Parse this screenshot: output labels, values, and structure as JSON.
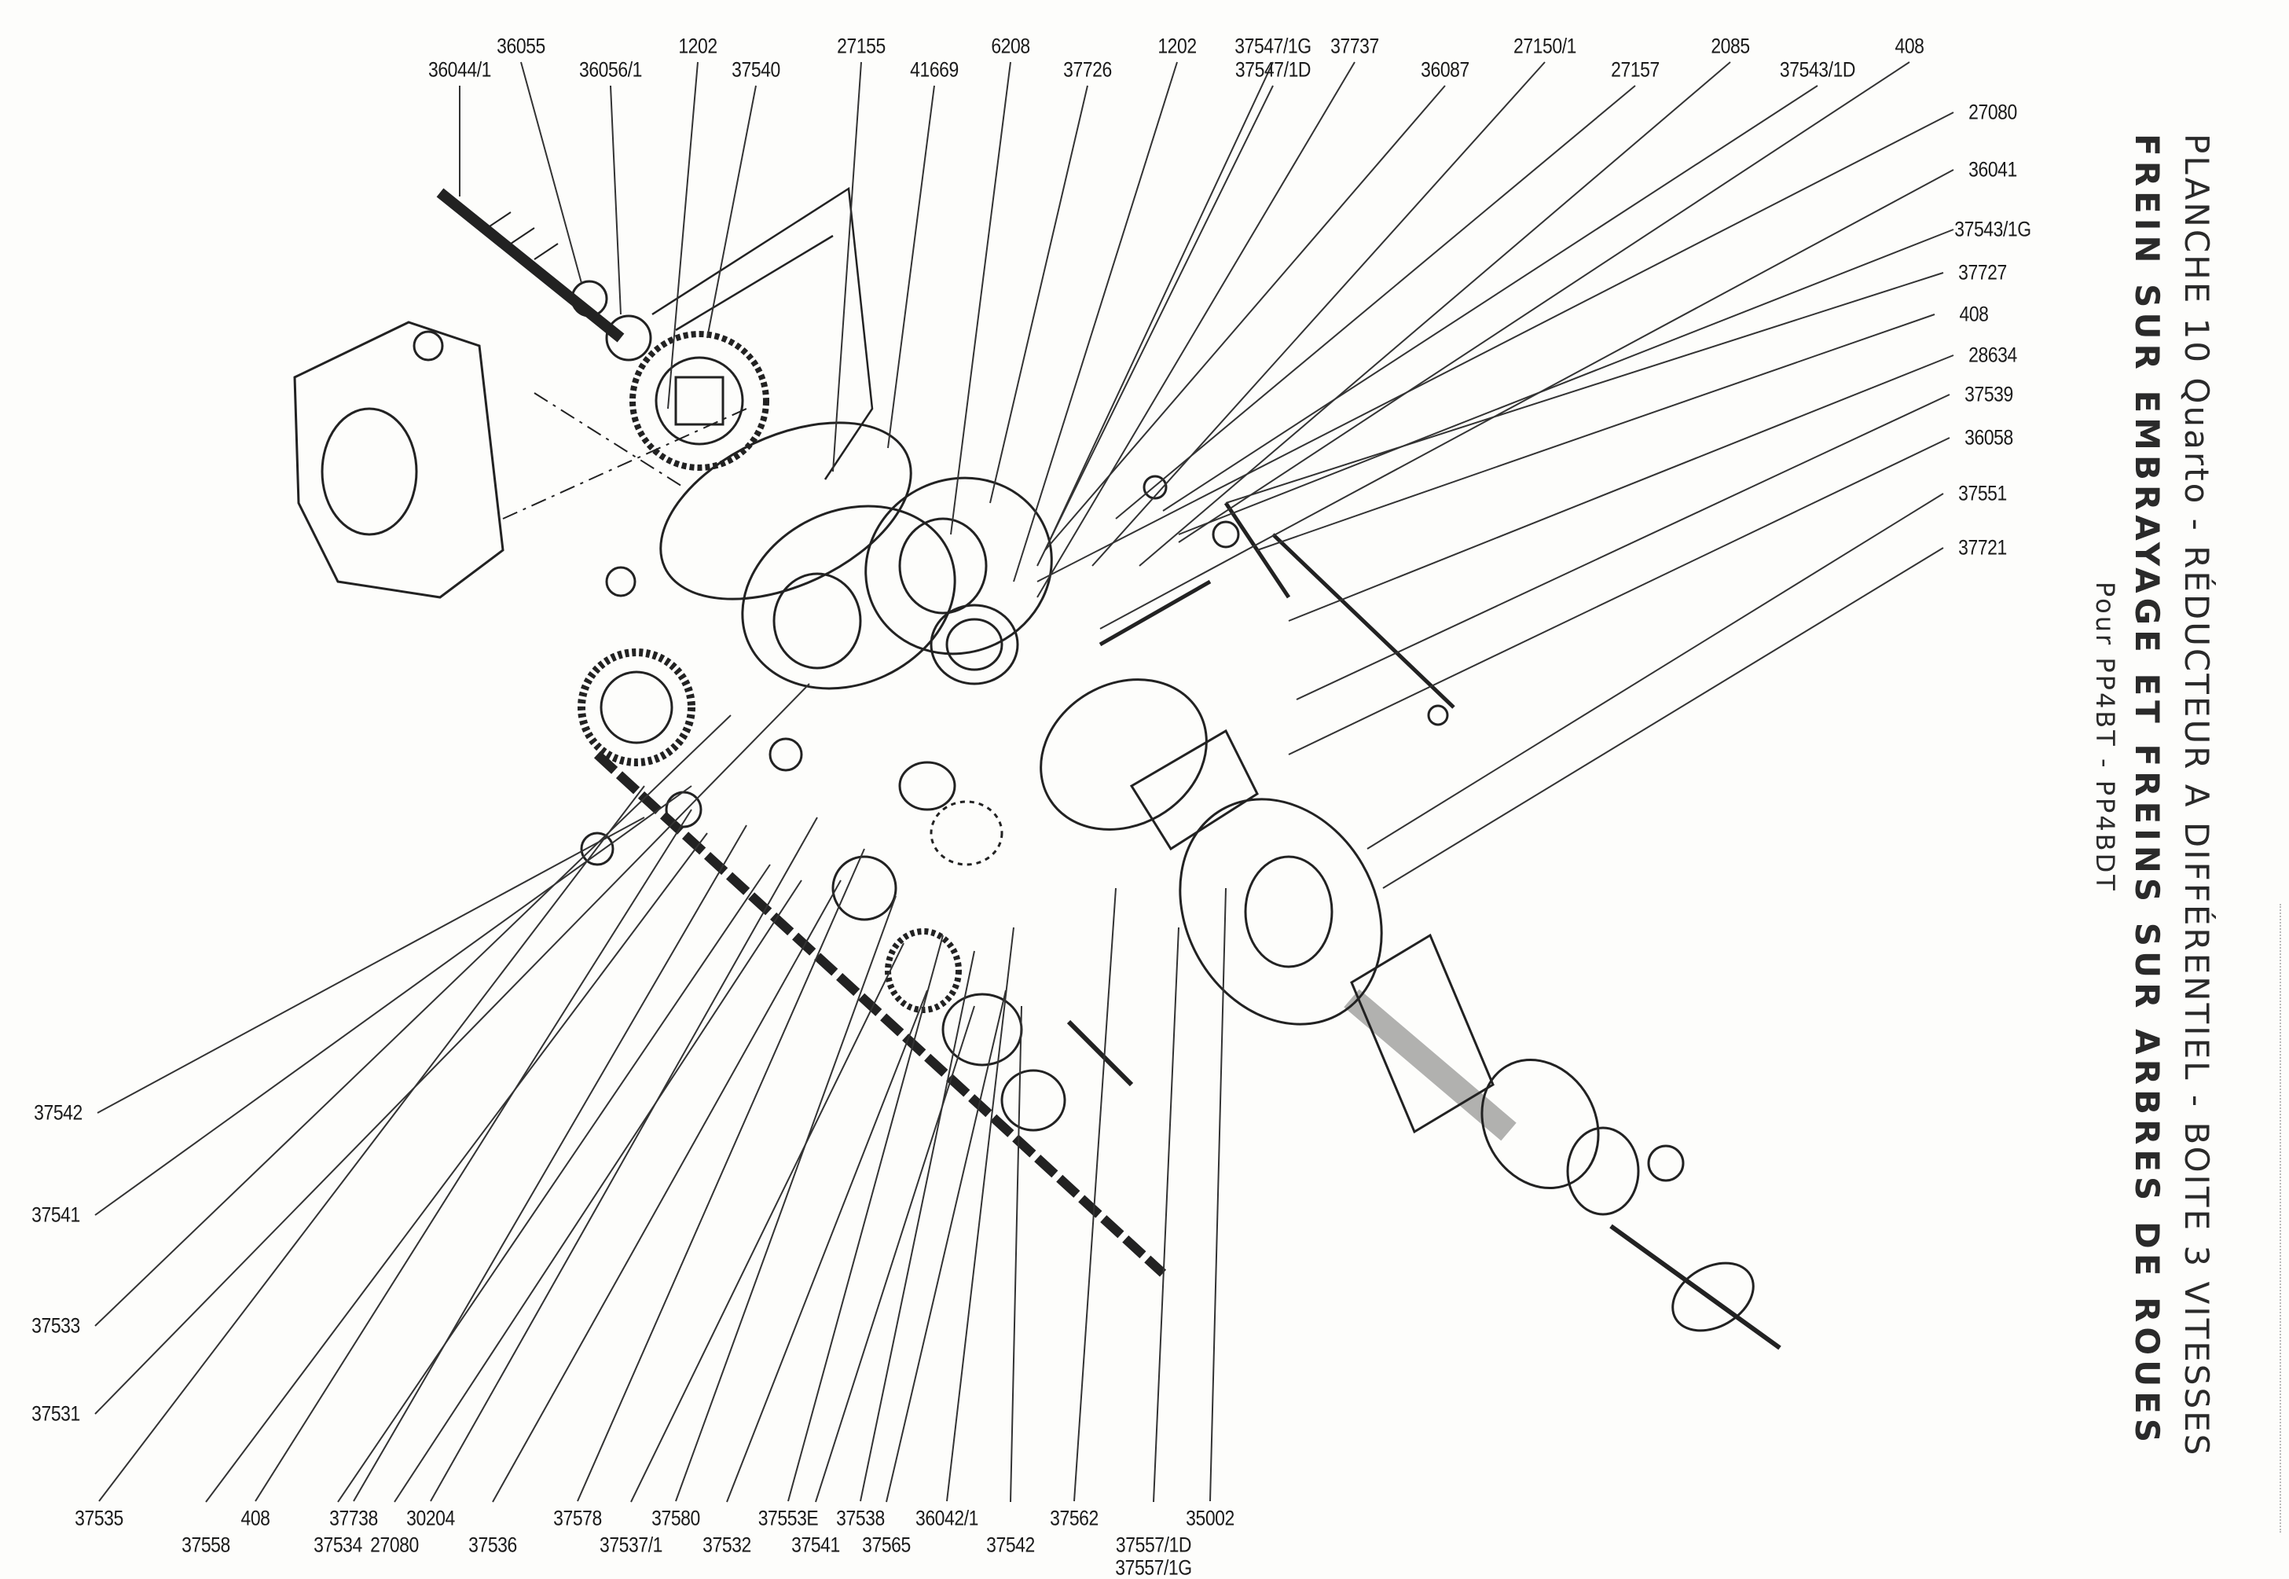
{
  "title": {
    "line1": "PLANCHE 10 Quarto - RÉDUCTEUR A DIFFÉRENTIEL - BOITE 3 VITESSES",
    "line2": "FREIN SUR EMBRAYAGE ET FREINS SUR ARBRES DE ROUES",
    "line3": "Pour PP4BT - PP4BDT"
  },
  "labels": {
    "top": [
      "36044/1",
      "36055",
      "36056/1",
      "1202",
      "37540",
      "27155",
      "41669",
      "6208",
      "37726",
      "1202",
      "37547/1G",
      "37547/1D",
      "37737",
      "36087",
      "27150/1",
      "27157",
      "2085",
      "37543/1D",
      "408"
    ],
    "right": [
      "27080",
      "36041",
      "37543/1G",
      "37727",
      "408",
      "28634",
      "37539",
      "36058",
      "37551",
      "37721"
    ],
    "left": [
      "37542",
      "37541",
      "37533",
      "37531"
    ],
    "bottom": [
      "37535",
      "408",
      "37738",
      "30204",
      "37578",
      "37580",
      "37553E",
      "37538",
      "36042/1",
      "37562",
      "35002",
      "37558",
      "37534",
      "27080",
      "37536",
      "37537/1",
      "37532",
      "37541",
      "37565",
      "37542",
      "37557/1D",
      "37557/1G"
    ]
  }
}
